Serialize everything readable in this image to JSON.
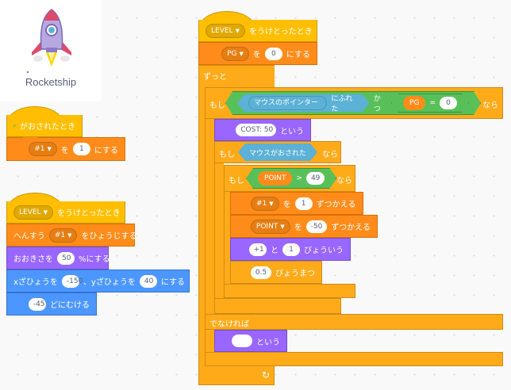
{
  "sprite": {
    "name": "Rocketship",
    "icon": "rocket-icon"
  },
  "script1": {
    "hat_label": "がおされたとき",
    "set_var": "#1",
    "to": "を",
    "value": "1",
    "suffix": "にする"
  },
  "script2": {
    "hat_var": "LEVEL",
    "hat_label": "をうけとったとき",
    "hide_prefix": "へんすう",
    "hide_var": "#1",
    "hide_suffix": "をひょうじする",
    "size_prefix": "おおきさを",
    "size_value": "50",
    "size_suffix": "%にする",
    "x_prefix": "xざひょうを",
    "x_value": "-150",
    "y_prefix": "、yざひょうを",
    "y_value": "40",
    "xy_suffix": "にする",
    "dir_value": "-45",
    "dir_suffix": "どにむける"
  },
  "script3": {
    "hat_var": "LEVEL",
    "hat_label": "をうけとったとき",
    "set_var": "PG",
    "to": "を",
    "value": "0",
    "suffix": "にする",
    "forever": "ずっと",
    "if1": "もし",
    "touch_target": "マウスのポインター",
    "touch_label": "にふれた",
    "and": "かつ",
    "eq_left": "PG",
    "eq_op": "=",
    "eq_right": "0",
    "then": "なら",
    "say1": "COST: 50",
    "say1_suffix": "という",
    "if2": "もし",
    "mouse_down": "マウスがおされた",
    "then2": "なら",
    "if3": "もし",
    "gt_left": "POINT",
    "gt_op": ">",
    "gt_right": "49",
    "then3": "なら",
    "change1_var": "#1",
    "change1_to": "を",
    "change1_value": "1",
    "change1_suffix": "ずつかえる",
    "change2_var": "POINT",
    "change2_to": "を",
    "change2_value": "-50",
    "change2_suffix": "ずつかえる",
    "sayfor_text": "+1",
    "sayfor_and": "と",
    "sayfor_secs": "1",
    "sayfor_suffix": "びょういう",
    "wait_value": "0.5",
    "wait_suffix": "びょうまつ",
    "else": "でなければ",
    "say2": "",
    "say2_suffix": "という",
    "loop_arrow": "↻"
  },
  "colors": {
    "events": "#ffbf00",
    "control": "#ffab19",
    "variables": "#ff8c1a",
    "looks": "#9966ff",
    "motion": "#4c97ff",
    "operators": "#59c059",
    "sensing": "#5cb1d6"
  }
}
